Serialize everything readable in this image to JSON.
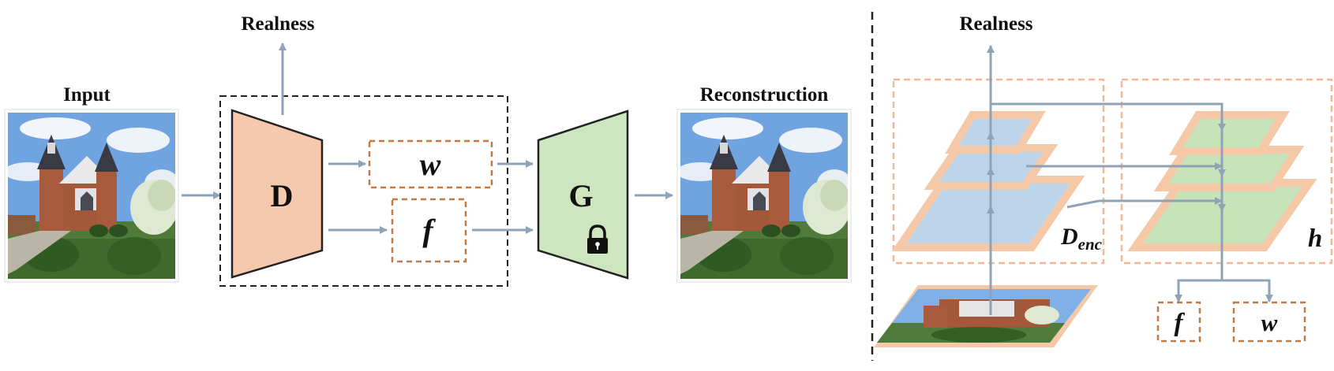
{
  "left": {
    "input_label": "Input",
    "realness_label": "Realness",
    "reconstruction_label": "Reconstruction",
    "discriminator_label": "D",
    "generator_label": "G",
    "w_label": "w",
    "f_label": "f",
    "lock_icon": "lock-icon"
  },
  "right": {
    "realness_label": "Realness",
    "denc_main": "D",
    "denc_sub": "enc",
    "h_label": "h",
    "f_label": "f",
    "w_label": "w"
  },
  "colors": {
    "discriminator_fill": "#f6c8ae",
    "generator_fill": "#cde6bf",
    "arrow": "#8fa3b8",
    "dashed_box": "#c27a45",
    "layer_blue": "#bcd4ea",
    "layer_green": "#c7e3ba",
    "layer_border": "#f5c9a8"
  }
}
